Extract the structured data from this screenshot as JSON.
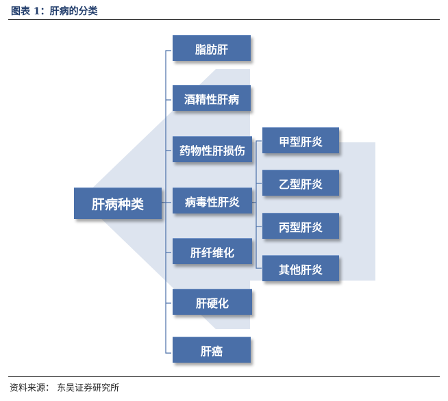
{
  "caption": "图表 1：肝病的分类",
  "source": "资料来源： 东吴证券研究所",
  "root": {
    "label": "肝病种类"
  },
  "categories": [
    {
      "label": "脂肪肝"
    },
    {
      "label": "酒精性肝病"
    },
    {
      "label": "药物性肝损伤"
    },
    {
      "label": "病毒性肝炎"
    },
    {
      "label": "肝纤维化"
    },
    {
      "label": "肝硬化"
    },
    {
      "label": "肝癌"
    }
  ],
  "hepatitis_types": [
    {
      "label": "甲型肝炎"
    },
    {
      "label": "乙型肝炎"
    },
    {
      "label": "丙型肝炎"
    },
    {
      "label": "其他肝炎"
    }
  ],
  "colors": {
    "box": "#4a6fa8",
    "arrow": "#dde4ef",
    "bracket": "#4a6fa8",
    "caption": "#1f3b6a"
  }
}
